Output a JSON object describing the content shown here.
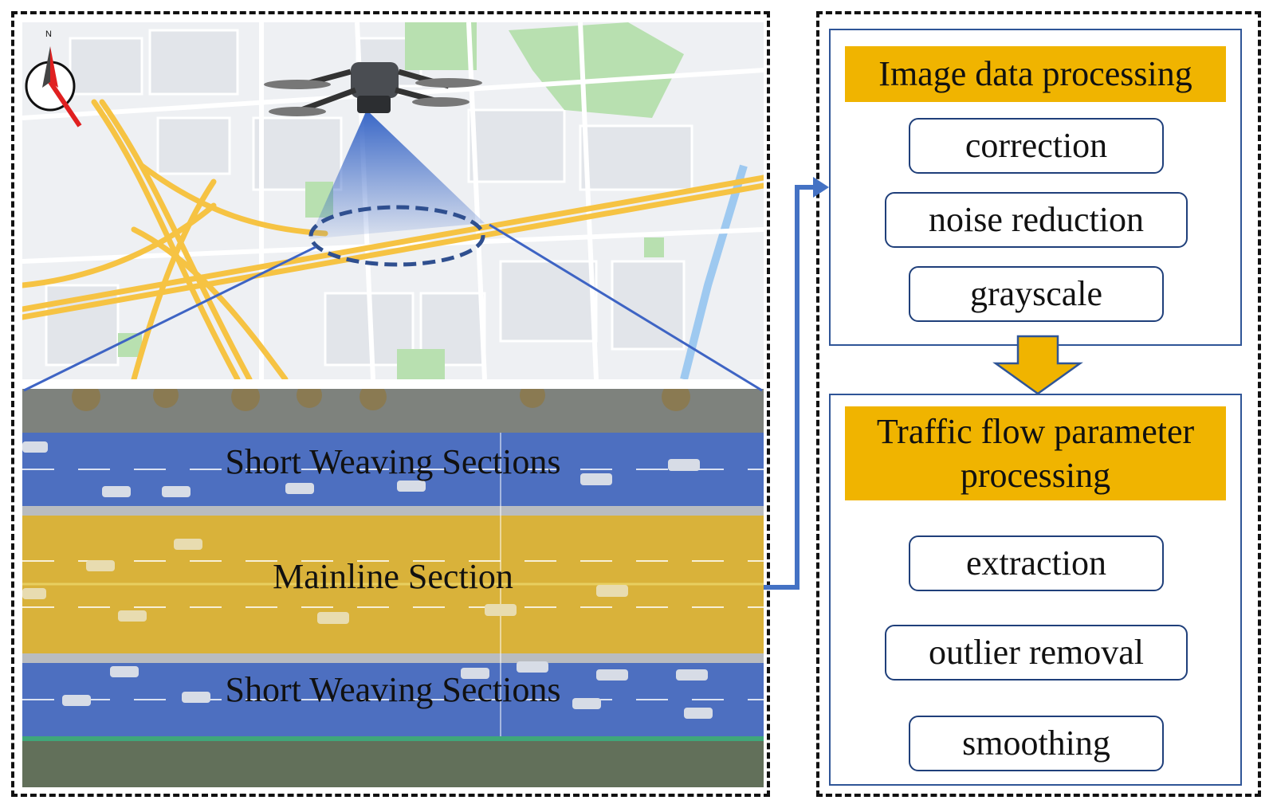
{
  "road_labels": {
    "upper": "Short Weaving Sections",
    "middle": "Mainline Section",
    "lower": "Short Weaving Sections"
  },
  "compass_label": "N",
  "image_processing": {
    "title": "Image data processing",
    "steps": [
      "correction",
      "noise reduction",
      "grayscale"
    ]
  },
  "traffic_processing": {
    "title_line1": "Traffic flow parameter",
    "title_line2": "processing",
    "steps": [
      "extraction",
      "outlier removal",
      "smoothing"
    ]
  },
  "colors": {
    "header_fill": "#f0b400",
    "box_border": "#2f5597",
    "weaving_overlay": "#4d6fc0",
    "mainline_overlay": "#d9b23a",
    "arrow": "#4472c4"
  }
}
